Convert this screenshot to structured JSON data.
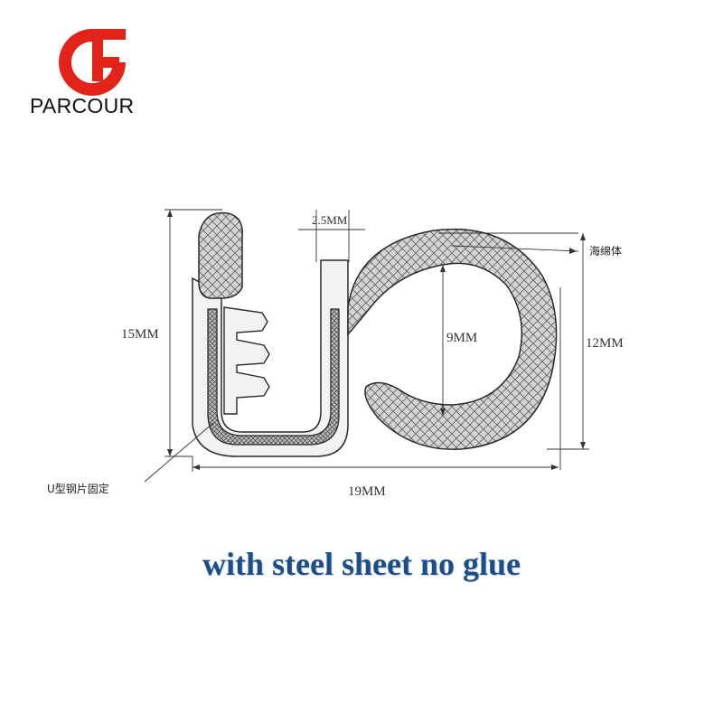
{
  "brand": {
    "name": "PARCOUR",
    "logo_color": "#e2231a"
  },
  "diagram": {
    "labels": {
      "thickness": "2.5MM",
      "sponge": "海绵体",
      "height": "15MM",
      "bulb_inner": "9MM",
      "bulb_outer": "12MM",
      "clip": "U型钢片固定",
      "width": "19MM"
    },
    "colors": {
      "line": "#2a2a2a",
      "fill": "#b8b8b8"
    }
  },
  "caption": "with steel sheet no glue"
}
